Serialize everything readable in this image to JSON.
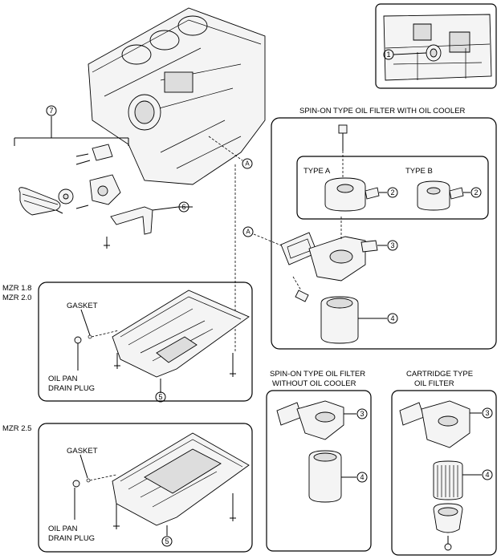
{
  "headings": {
    "spin_on_with_cooler": "SPIN-ON TYPE OIL FILTER WITH OIL COOLER",
    "spin_on_without_cooler_1": "SPIN-ON TYPE OIL FILTER",
    "spin_on_without_cooler_2": "WITHOUT OIL COOLER",
    "cartridge_1": "CARTRIDGE TYPE",
    "cartridge_2": "OIL FILTER"
  },
  "labels": {
    "type_a": "TYPE A",
    "type_b": "TYPE B",
    "mzr_18": "MZR 1.8",
    "mzr_20": "MZR 2.0",
    "mzr_25": "MZR 2.5",
    "gasket_upper": "GASKET",
    "gasket_lower": "GASKET",
    "drain_plug_upper_1": "OIL PAN",
    "drain_plug_upper_2": "DRAIN PLUG",
    "drain_plug_lower_1": "OIL PAN",
    "drain_plug_lower_2": "DRAIN PLUG",
    "ref_a": "A"
  },
  "callouts": {
    "c1": "1",
    "c2a": "2",
    "c2b": "2",
    "c3a": "3",
    "c3b": "3",
    "c3c": "3",
    "c4a": "4",
    "c4b": "4",
    "c4c": "4",
    "c5a": "5",
    "c5b": "5",
    "c6": "6",
    "c7": "7"
  }
}
